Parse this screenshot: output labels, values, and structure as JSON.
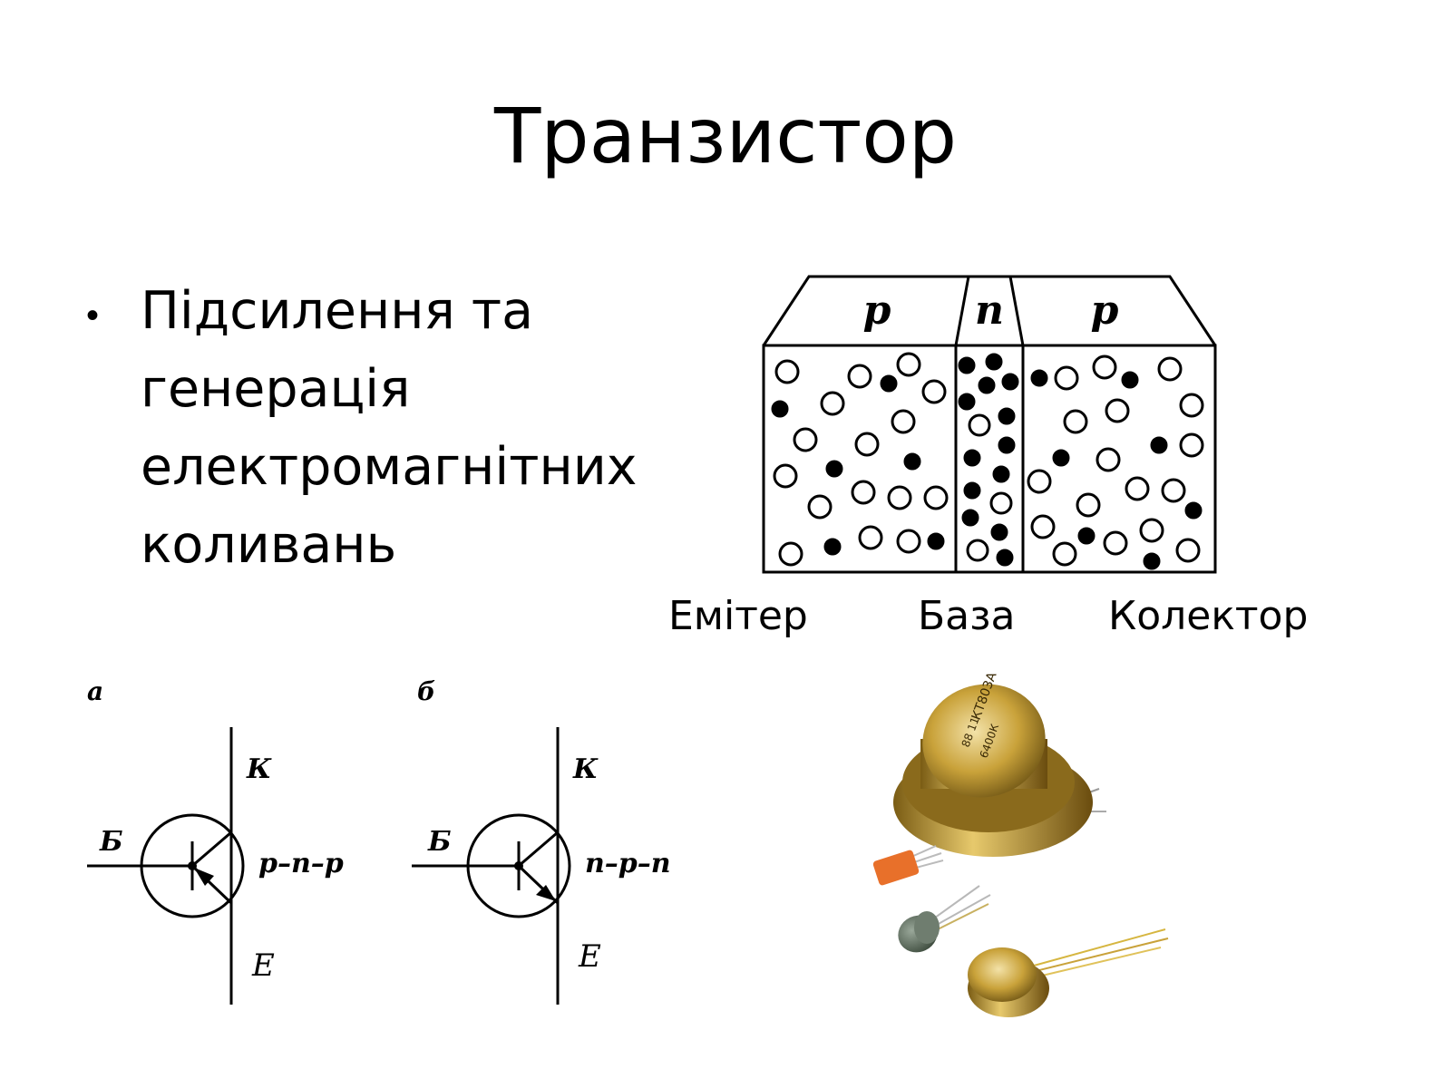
{
  "slide": {
    "title": "Транзистор",
    "bullet": "Підсилення та\nгенерація\nелектромагнітних\nколивань"
  },
  "structure_diagram": {
    "regions": [
      {
        "top_label": "p",
        "bottom_label": "Емітер"
      },
      {
        "top_label": "n",
        "bottom_label": "База"
      },
      {
        "top_label": "p",
        "bottom_label": "Колектор"
      }
    ]
  },
  "symbols": [
    {
      "panel_label": "а",
      "collector": "К",
      "base": "Б",
      "emitter": "Е",
      "type": "p–n–p",
      "arrow": "inward"
    },
    {
      "panel_label": "б",
      "collector": "К",
      "base": "Б",
      "emitter": "Е",
      "type": "n–p–n",
      "arrow": "outward"
    }
  ],
  "photo": {
    "marking_line1": "КТ803А",
    "marking_line2": "88 11",
    "marking_line3": "6400К"
  },
  "colors": {
    "ink": "#000000",
    "gold": "#c9a23a",
    "orange": "#e8702a",
    "grey_body": "#5a6a5a"
  }
}
